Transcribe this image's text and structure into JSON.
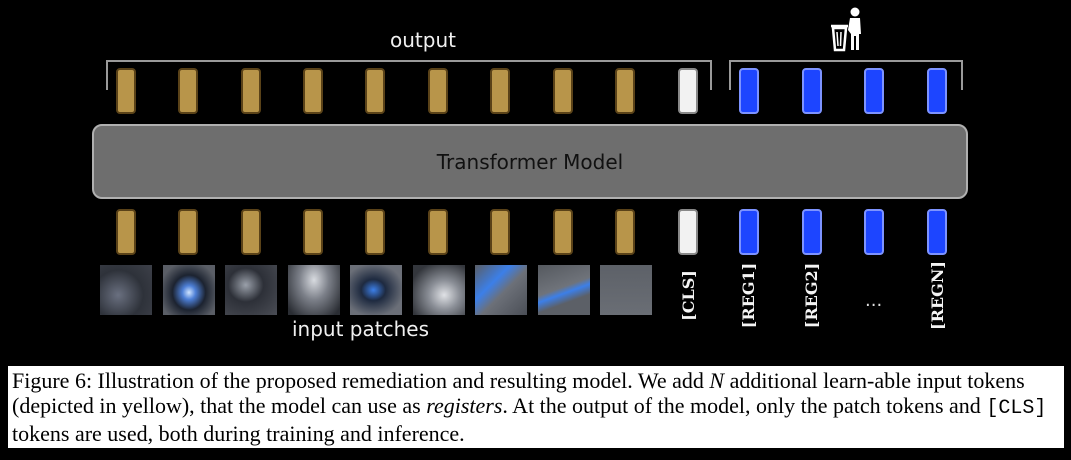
{
  "diagram": {
    "output_label": "output",
    "model_label": "Transformer Model",
    "input_label": "input patches",
    "cls_label": "[CLS]",
    "register_labels": [
      "[REG1]",
      "[REG2]",
      "[REGN]"
    ],
    "ellipsis": "...",
    "discard_icon": "trash-person-icon",
    "colors": {
      "patch_token": "#b8954a",
      "cls_token": "#f2f2f2",
      "register_token": "#1d45ff"
    }
  },
  "caption": {
    "p1": "Figure 6: Illustration of the proposed remediation and resulting model. We add ",
    "var_n": "N",
    "p2": " additional learn-able input tokens (depicted in yellow), that the model can use as ",
    "em": "registers",
    "p3": ". At the output of the model, only the patch tokens and ",
    "code": "[CLS]",
    "p4": " tokens are used, both during training and inference."
  }
}
